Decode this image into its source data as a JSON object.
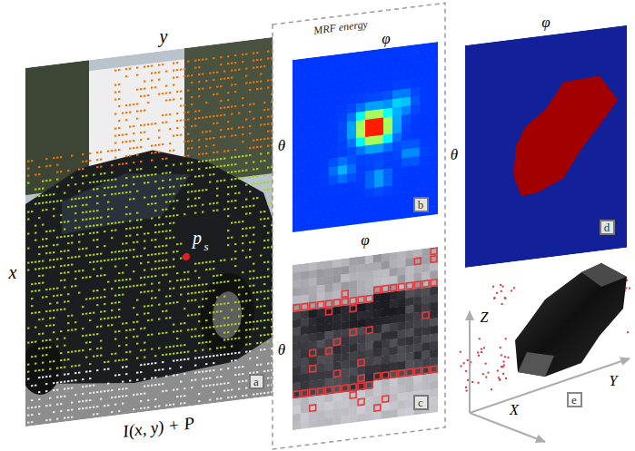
{
  "diagram": {
    "nodes": [
      {
        "text": [
          "a"
        ]
      },
      {
        "text": [
          "MRF energy"
        ]
      },
      {
        "text": [
          "b"
        ],
        "in": 1
      },
      {
        "text": [
          "c"
        ],
        "in": 1
      },
      {
        "text": [
          "d"
        ]
      },
      {
        "text": [
          "e"
        ]
      }
    ],
    "labels": [
      "y",
      "x",
      "p",
      "s",
      "I(x, y) + P",
      "φ",
      "θ",
      "φ",
      "θ",
      "φ",
      "θ",
      "Z",
      "Y",
      "X"
    ]
  }
}
